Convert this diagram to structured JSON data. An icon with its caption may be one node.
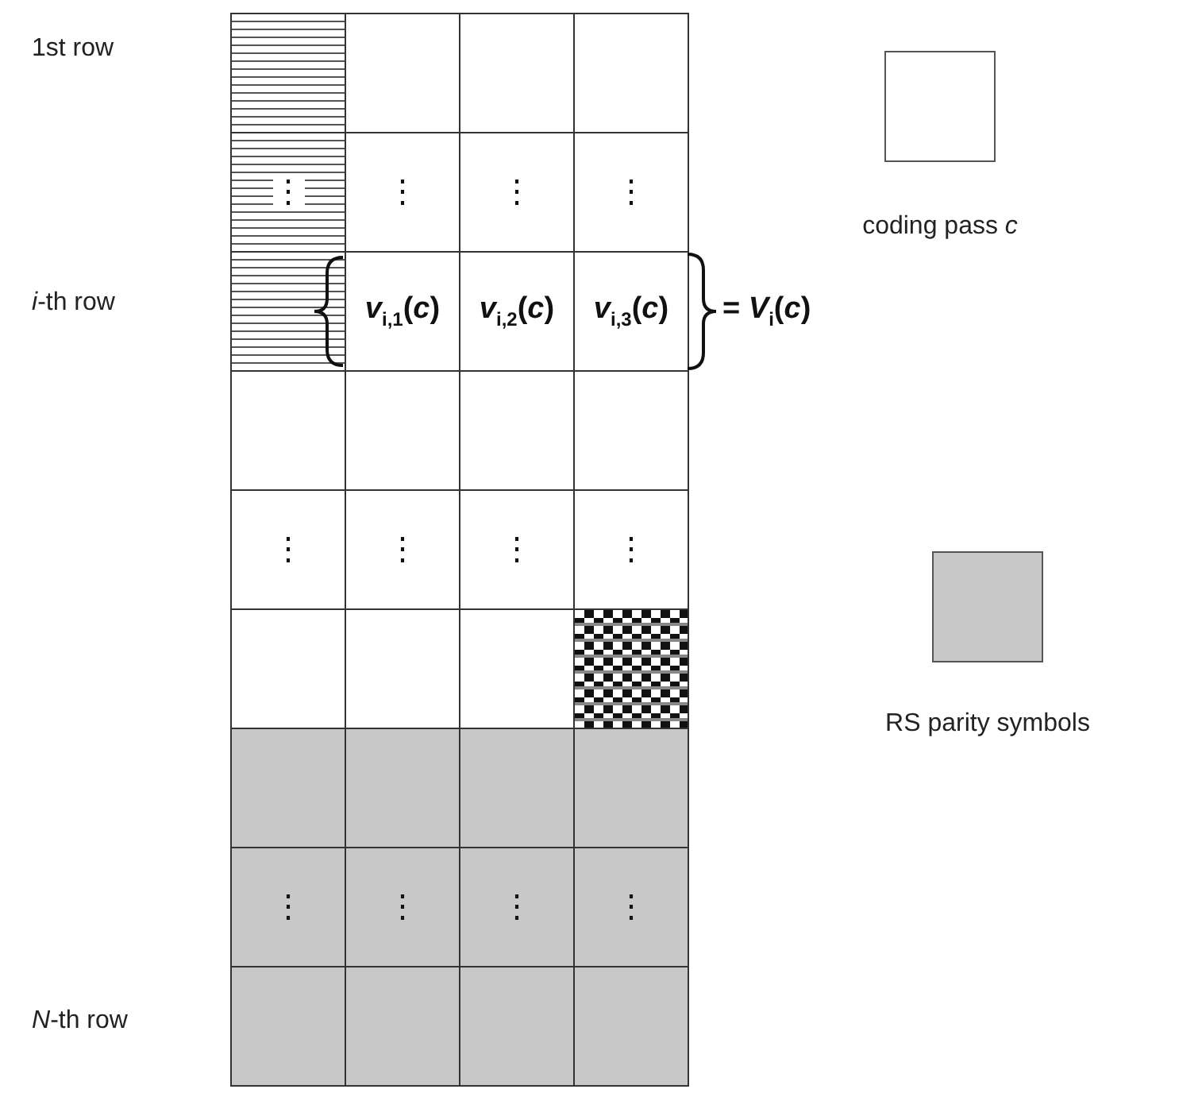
{
  "diagram": {
    "labels": [
      "1st row",
      "⋮",
      "⋮",
      "⋮",
      "⋮",
      "*i*-th row",
      "*v*$_{i,1}$(*c*)",
      "*v*$_{i,2}$(*c*)",
      "*v*$_{i,3}$(*c*)",
      "= *V*$_{i}$(*c*)",
      "⋮",
      "⋮",
      "⋮",
      "⋮",
      "⋮",
      "⋮",
      "⋮",
      "⋮",
      "*N*-th row"
    ],
    "legend": [
      {
        "text": "coding pass *c*",
        "color": "#ffffff"
      },
      {
        "text": "RS parity symbols",
        "color": "#c8c8c8"
      }
    ]
  }
}
